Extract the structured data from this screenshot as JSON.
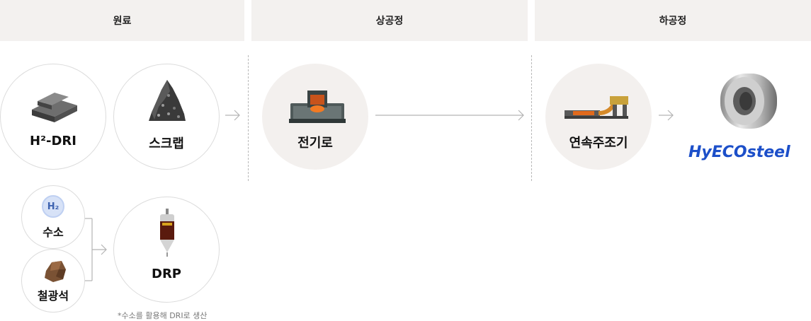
{
  "header": {
    "col1": "원료",
    "col2": "상공정",
    "col3": "하공정"
  },
  "nodes": {
    "h2dri": "H²-DRI",
    "scrap": "스크랩",
    "eaf": "전기로",
    "caster": "연속주조기",
    "hydrogen": "수소",
    "hydrogen_icon_text": "H₂",
    "iron_ore": "철광석",
    "drp": "DRP"
  },
  "footnote": "*수소를 활용해 DRI로 생산",
  "brand": {
    "logo_text": "HyECOsteel",
    "color": "#1c4fc9"
  },
  "colors": {
    "header_bg": "#f3f1ef",
    "circle_fill": "#f3f0ee",
    "circle_border": "#dcdcdc",
    "arrow": "#b3b3b3"
  }
}
